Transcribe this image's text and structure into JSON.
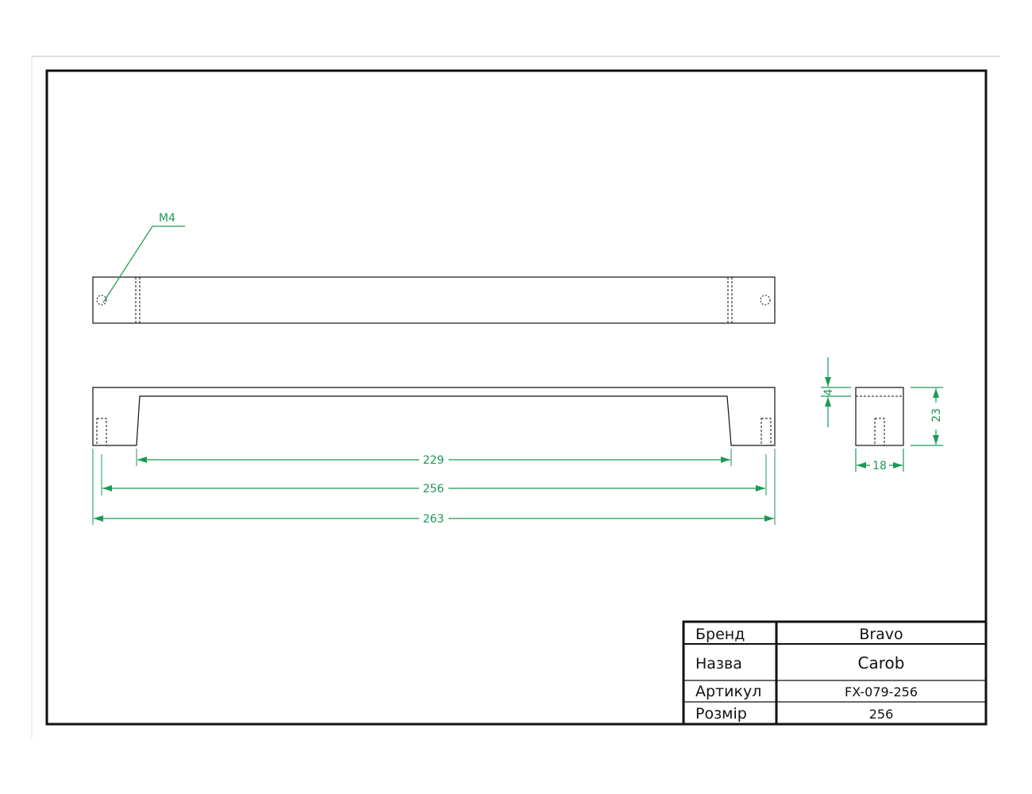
{
  "drawing": {
    "thread_label": "M4",
    "dimensions": {
      "inner_span": "229",
      "hole_spacing": "256",
      "overall_length": "263",
      "recess_depth": "4",
      "height": "23",
      "width": "18"
    }
  },
  "title_block": {
    "rows": [
      {
        "label": "Бренд",
        "value": "Bravo"
      },
      {
        "label": "Назва",
        "value": "Carob"
      },
      {
        "label": "Артикул",
        "value": "FX-079-256"
      },
      {
        "label": "Розмір",
        "value": "256"
      }
    ]
  },
  "colors": {
    "dimension": "#1a9a55",
    "outline": "#111111"
  }
}
